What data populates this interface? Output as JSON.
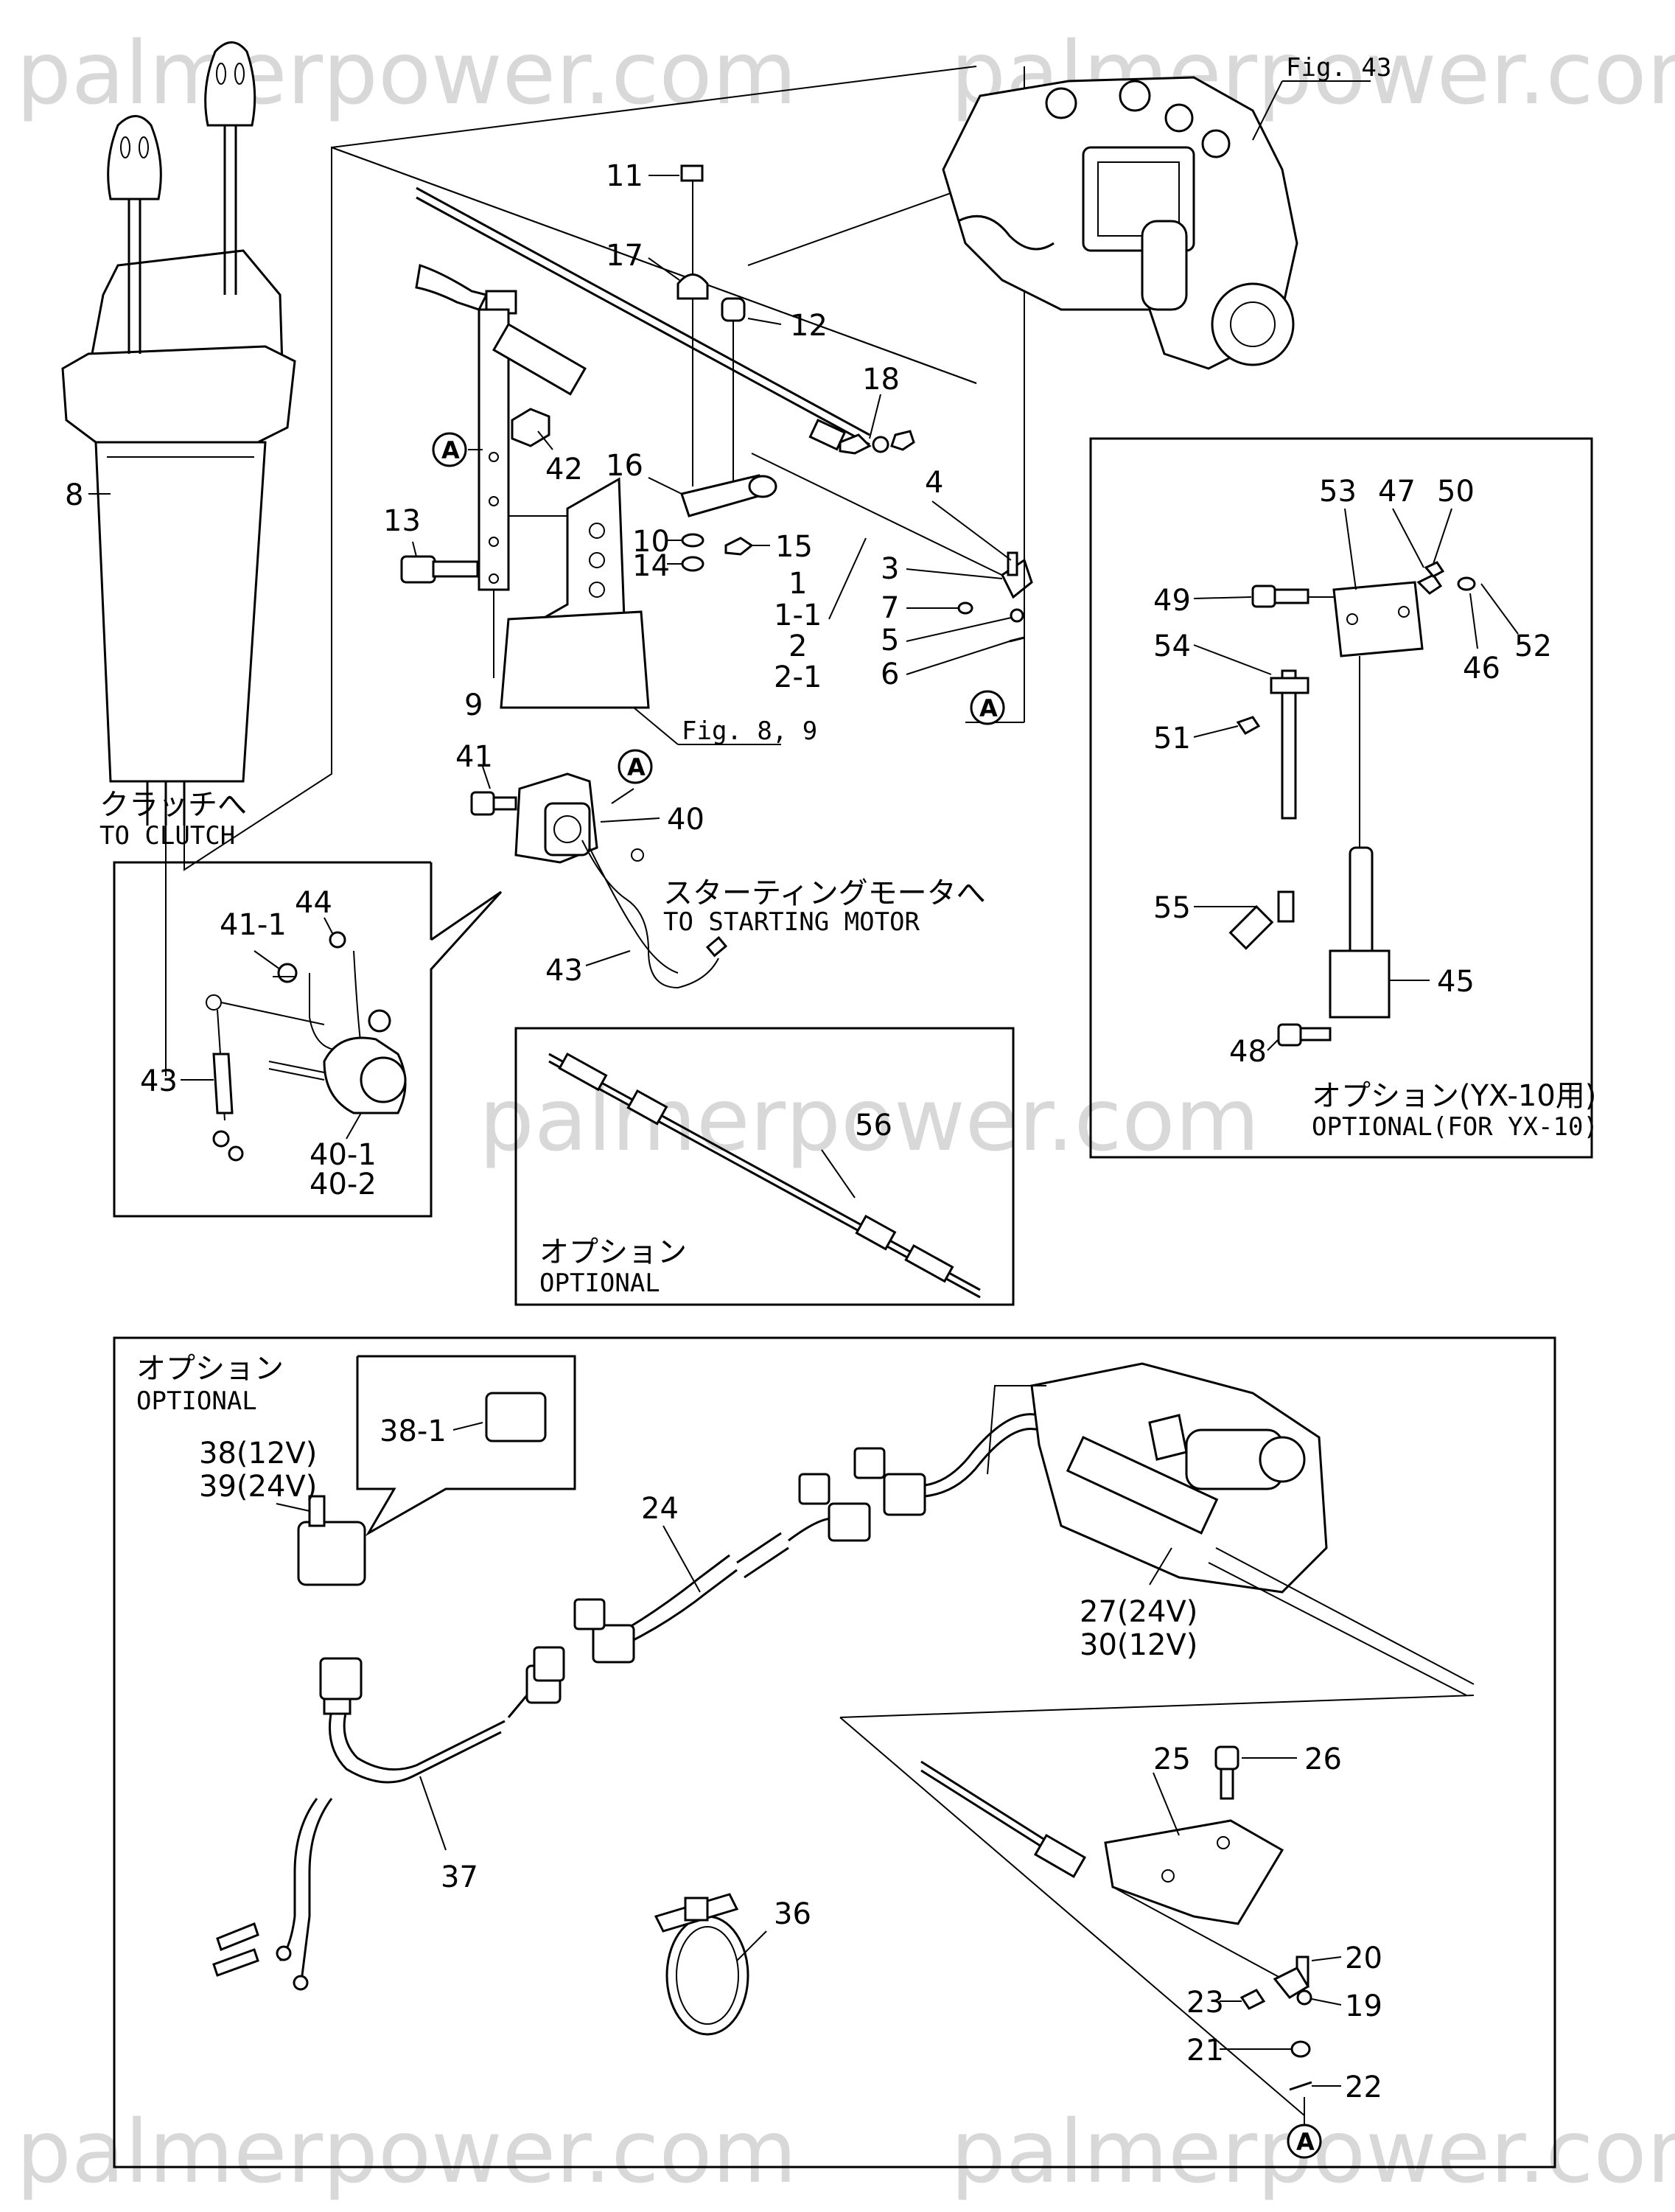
{
  "watermark": "palmerpower.com",
  "figure_refs": {
    "fig43": "Fig. 43",
    "fig89": "Fig. 8, 9"
  },
  "ref_marker": "A",
  "captions": {
    "to_clutch_jp": "クラッチへ",
    "to_clutch_en": "TO CLUTCH",
    "to_starter_jp": "スターティングモータへ",
    "to_starter_en": "TO STARTING MOTOR",
    "optional_jp": "オプション",
    "optional_en": "OPTIONAL",
    "optional_yx_jp": "オプション(YX-10用)",
    "optional_yx_en": "OPTIONAL(FOR YX-10)"
  },
  "labels": {
    "p1": "1",
    "p1_1": "1-1",
    "p2": "2",
    "p2_1": "2-1",
    "p3": "3",
    "p4": "4",
    "p5": "5",
    "p6": "6",
    "p7": "7",
    "p8": "8",
    "p9": "9",
    "p10": "10",
    "p11": "11",
    "p12": "12",
    "p13": "13",
    "p14": "14",
    "p15": "15",
    "p16": "16",
    "p17": "17",
    "p18": "18",
    "p19": "19",
    "p20": "20",
    "p21": "21",
    "p22": "22",
    "p23": "23",
    "p24": "24",
    "p25": "25",
    "p26": "26",
    "p27": "27(24V)",
    "p30": "30(12V)",
    "p36": "36",
    "p37": "37",
    "p38": "38(12V)",
    "p39": "39(24V)",
    "p38_1": "38-1",
    "p40": "40",
    "p40_1": "40-1",
    "p40_2": "40-2",
    "p41": "41",
    "p41_1": "41-1",
    "p42": "42",
    "p43a": "43",
    "p43b": "43",
    "p44": "44",
    "p45": "45",
    "p46": "46",
    "p47": "47",
    "p48": "48",
    "p49": "49",
    "p50": "50",
    "p51": "51",
    "p52": "52",
    "p53": "53",
    "p54": "54",
    "p55": "55",
    "p56": "56"
  }
}
